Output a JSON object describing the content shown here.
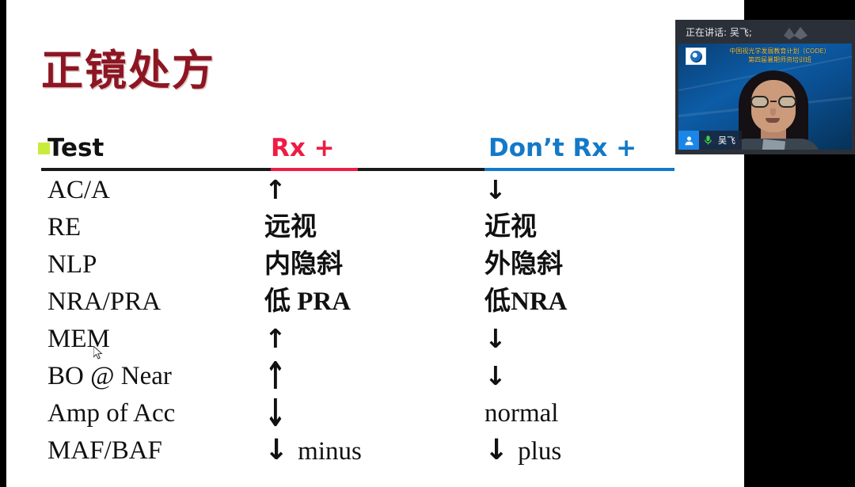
{
  "slide": {
    "title": "正镜处方",
    "header": {
      "test_label": "Test",
      "rx_label": "Rx +",
      "dont_rx_label": "Don’t Rx +",
      "bullet_color": "#c8ec3c",
      "rx_color": "#ef1b44",
      "dont_rx_color": "#1379c8",
      "title_color": "#8c1622"
    },
    "rows": [
      {
        "test": "AC/A",
        "rx": "↑",
        "rx_kind": "arrow-up",
        "rx_extra": "",
        "dont": "↓",
        "dont_kind": "arrow-down",
        "dont_extra": ""
      },
      {
        "test": "RE",
        "rx": "远视",
        "rx_kind": "text-cn",
        "rx_extra": "",
        "dont": "近视",
        "dont_kind": "text-cn",
        "dont_extra": ""
      },
      {
        "test": "NLP",
        "rx": "内隐斜",
        "rx_kind": "text-cn",
        "rx_extra": "",
        "dont": "外隐斜",
        "dont_kind": "text-cn",
        "dont_extra": ""
      },
      {
        "test": "NRA/PRA",
        "rx": "低 PRA",
        "rx_kind": "text-mixed",
        "rx_extra": "",
        "dont": "低NRA",
        "dont_kind": "text-mixed",
        "dont_extra": ""
      },
      {
        "test": "MEM",
        "rx": "↑",
        "rx_kind": "arrow-up",
        "rx_extra": "",
        "dont": "↓",
        "dont_kind": "arrow-down",
        "dont_extra": ""
      },
      {
        "test": "BO @ Near",
        "rx": "↑",
        "rx_kind": "arrow-up-tall",
        "rx_extra": "",
        "dont": "↓",
        "dont_kind": "arrow-down",
        "dont_extra": ""
      },
      {
        "test": "Amp of Acc",
        "rx": "↓",
        "rx_kind": "arrow-down-tall",
        "rx_extra": "",
        "dont": "normal",
        "dont_kind": "text-en",
        "dont_extra": ""
      },
      {
        "test": "MAF/BAF",
        "rx": "↓",
        "rx_kind": "arrow-down",
        "rx_extra": "minus",
        "dont": "↓",
        "dont_kind": "arrow-down",
        "dont_extra": "plus"
      }
    ]
  },
  "video": {
    "speaking_label": "正在讲话: 吴飞;",
    "logo_icon": "chevrons-icon",
    "banner_line1": "中国视光学发展教育计划（CODE）",
    "banner_line2": "第四届暑期师资培训班",
    "participant_name": "吴飞",
    "person_icon": "person-icon",
    "mic_icon": "microphone-icon",
    "mic_color": "#3fd04a",
    "panel_bg": "#2b3038"
  },
  "cursor": {
    "icon": "mouse-pointer-icon"
  }
}
